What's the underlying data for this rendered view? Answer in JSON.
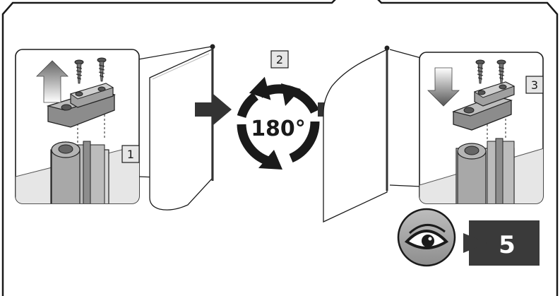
{
  "steps": {
    "step1": "1",
    "step2": "2",
    "step3": "3"
  },
  "rotation": {
    "angle_label": "180°"
  },
  "reference": {
    "page_label": "5",
    "icon": "eye-icon"
  },
  "colors": {
    "ink": "#1a1a1a",
    "part_grey": "#8c8c8c",
    "part_light": "#c8c8c8",
    "glass": "#ececec",
    "arrow_grey": "#7a7a7a",
    "badge_dark": "#3c3c3c"
  }
}
